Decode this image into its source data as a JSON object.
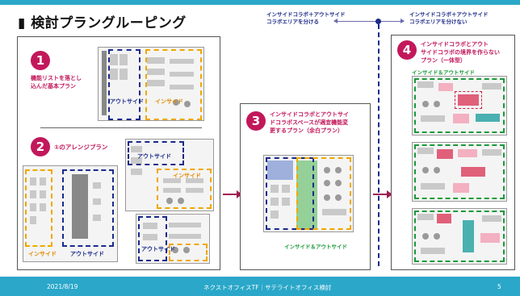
{
  "header": {
    "title": "▮ 検討プラングルーピング"
  },
  "legend": {
    "left_line1": "インサイドコラボ＋アウトサイド",
    "left_line2": "コラボエリアを分ける",
    "right_line1": "インサイドコラボ＋アウトサイド",
    "right_line2": "コラボエリアを分けない"
  },
  "plans": {
    "p1": {
      "number": "1",
      "desc_line1": "機能リストを落とし",
      "desc_line2": "込んだ基本プラン",
      "outside": "アウトサイド",
      "inside": "インサイド"
    },
    "p2": {
      "number": "2",
      "desc": "①のアレンジプラン",
      "outside_top": "アウトサイド",
      "inside_mid": "インサイド",
      "outside_bottom": "アウトサイド",
      "inside_label": "インサイド",
      "outside_label": "アウトサイド"
    },
    "p3": {
      "number": "3",
      "desc_line1": "インサイドコラボとアウトサイ",
      "desc_line2": "ドコラボスペースが適宜機能変",
      "desc_line3": "更するプラン（余白プラン）",
      "label": "インサイド＆アウトサイド"
    },
    "p4": {
      "number": "4",
      "desc_line1": "インサイドコラボとアウト",
      "desc_line2": "サイドコラボの境界を作らない",
      "desc_line3": "プラン（一体型）",
      "label": "インサイド＆アウトサイド"
    }
  },
  "footer": {
    "date": "2021/8/19",
    "center": "ネクストオフィスTF｜サテライトオフィス検討",
    "page": "5"
  },
  "colors": {
    "accent_bar": "#2aa7c9",
    "magenta": "#c2185b",
    "navy": "#1b2a8a",
    "yellow": "#f0a800",
    "green": "#1b9a3b"
  }
}
